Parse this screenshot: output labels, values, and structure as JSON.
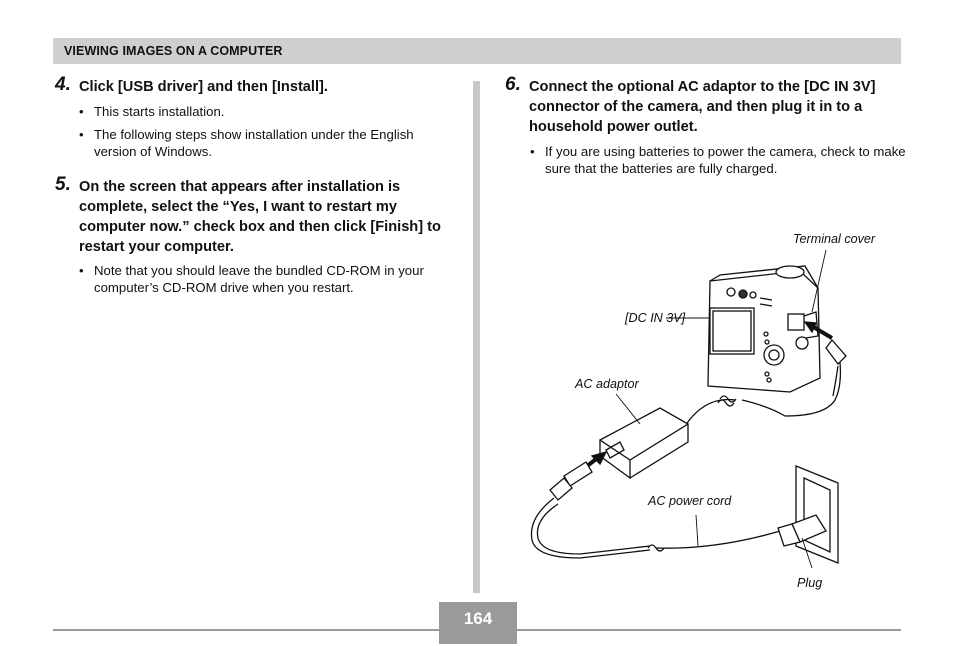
{
  "header": {
    "title": "VIEWING IMAGES ON A COMPUTER"
  },
  "steps": [
    {
      "number": "4.",
      "text": "Click [USB driver] and then [Install].",
      "bullets": [
        "This starts installation.",
        "The following steps show installation under the English version of Windows."
      ]
    },
    {
      "number": "5.",
      "text": "On the screen that appears after installation is complete, select the “Yes, I want to restart my computer now.” check box and then click [Finish] to restart your computer.",
      "bullets": [
        "Note that you should leave the bundled CD-ROM in your computer’s CD-ROM drive when you restart."
      ]
    },
    {
      "number": "6.",
      "text": "Connect the optional AC adaptor to the [DC IN 3V] connector of the camera, and then plug it in to a household power outlet.",
      "bullets": [
        "If you are using batteries to power the camera, check to make sure that the batteries are fully charged."
      ]
    }
  ],
  "illustration": {
    "labels": {
      "terminal_cover": "Terminal cover",
      "dc_in": "[DC IN 3V]",
      "ac_adaptor": "AC adaptor",
      "ac_power_cord": "AC power cord",
      "plug": "Plug"
    }
  },
  "footer": {
    "page_number": "164"
  }
}
